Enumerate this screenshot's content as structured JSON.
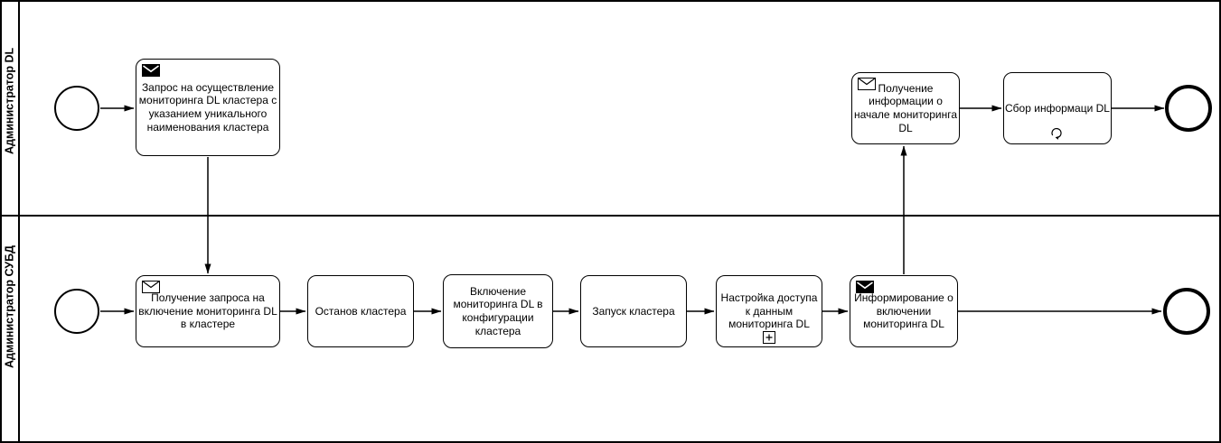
{
  "diagram": {
    "type": "bpmn-swimlane-process",
    "colors": {
      "stroke": "#000000",
      "background": "#ffffff"
    },
    "lanes": [
      {
        "label": "Администратор DL"
      },
      {
        "label": "Администратор СУБД"
      }
    ],
    "nodes": {
      "start_dl": {
        "type": "start-event"
      },
      "task_request": {
        "label": "Запрос на осуществление мониторинга DL кластера с указанием уникального наименования кластера",
        "icon": "message-filled-icon"
      },
      "task_receive_info": {
        "label": "Получение информации о начале мониторинга DL",
        "icon": "message-outline-icon"
      },
      "task_collect": {
        "label": "Сбор информаци DL",
        "marker": "loop-icon"
      },
      "end_dl": {
        "type": "end-event"
      },
      "start_subd": {
        "type": "start-event"
      },
      "task_get_request": {
        "label": "Получение запроса на включение мониторинга DL в кластере",
        "icon": "message-outline-icon"
      },
      "task_stop": {
        "label": "Останов кластера"
      },
      "task_enable": {
        "label": "Включение мониторинга DL в конфигурации кластера"
      },
      "task_start_cluster": {
        "label": "Запуск кластера"
      },
      "task_configure": {
        "label": "Настройка доступа к данным мониторинга DL",
        "marker": "subprocess-plus-icon"
      },
      "task_inform": {
        "label": "Информирование о включении мониторинга DL",
        "icon": "message-filled-icon"
      },
      "end_subd": {
        "type": "end-event"
      }
    },
    "flows": [
      {
        "from": "start_dl",
        "to": "task_request"
      },
      {
        "from": "task_request",
        "to": "task_get_request"
      },
      {
        "from": "start_subd",
        "to": "task_get_request"
      },
      {
        "from": "task_get_request",
        "to": "task_stop"
      },
      {
        "from": "task_stop",
        "to": "task_enable"
      },
      {
        "from": "task_enable",
        "to": "task_start_cluster"
      },
      {
        "from": "task_start_cluster",
        "to": "task_configure"
      },
      {
        "from": "task_configure",
        "to": "task_inform"
      },
      {
        "from": "task_inform",
        "to": "task_receive_info"
      },
      {
        "from": "task_inform",
        "to": "end_subd"
      },
      {
        "from": "task_receive_info",
        "to": "task_collect"
      },
      {
        "from": "task_collect",
        "to": "end_dl"
      }
    ]
  }
}
